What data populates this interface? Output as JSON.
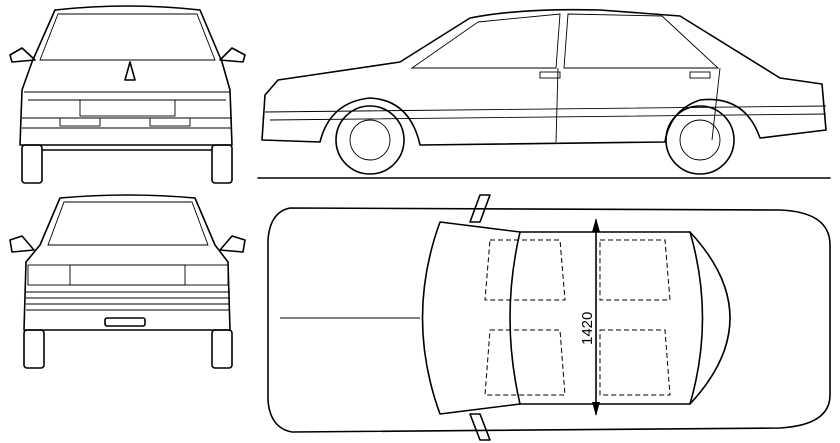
{
  "drawing": {
    "views": [
      "front",
      "rear",
      "side",
      "top"
    ],
    "dimension_label": "1420"
  }
}
